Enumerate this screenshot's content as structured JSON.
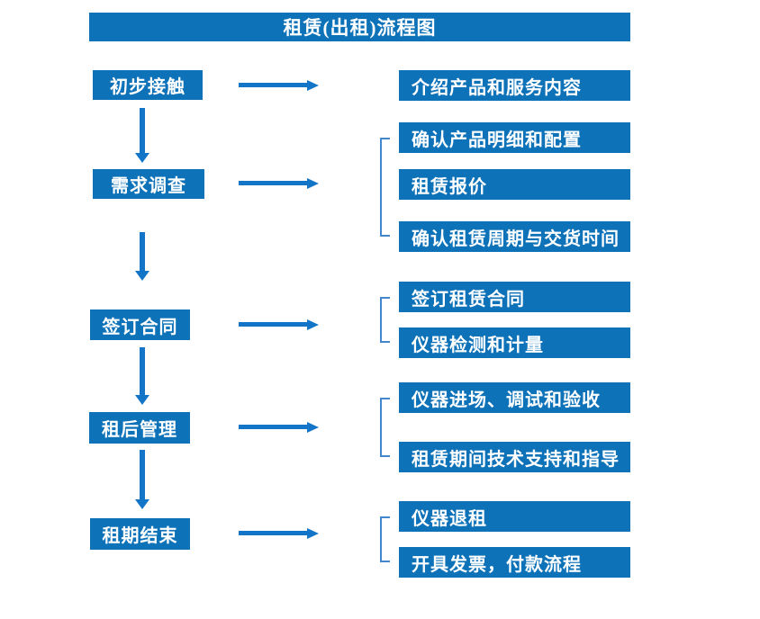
{
  "title": "租赁(出租)流程图",
  "colors": {
    "box_blue": "#0E72B9",
    "arrow_blue": "#1375C8",
    "bracket_blue": "#4388CD",
    "text_color": "#FFFFFF"
  },
  "left_steps": [
    "初步接触",
    "需求调查",
    "签订合同",
    "租后管理",
    "租期结束"
  ],
  "right_boxes": [
    "介绍产品和服务内容",
    "确认产品明细和配置",
    "租赁报价",
    "确认租赁周期与交货时间",
    "签订租赁合同",
    "仪器检测和计量",
    "仪器进场、调试和验收",
    "租赁期间技术支持和指导",
    "仪器退租",
    "开具发票，付款流程"
  ]
}
